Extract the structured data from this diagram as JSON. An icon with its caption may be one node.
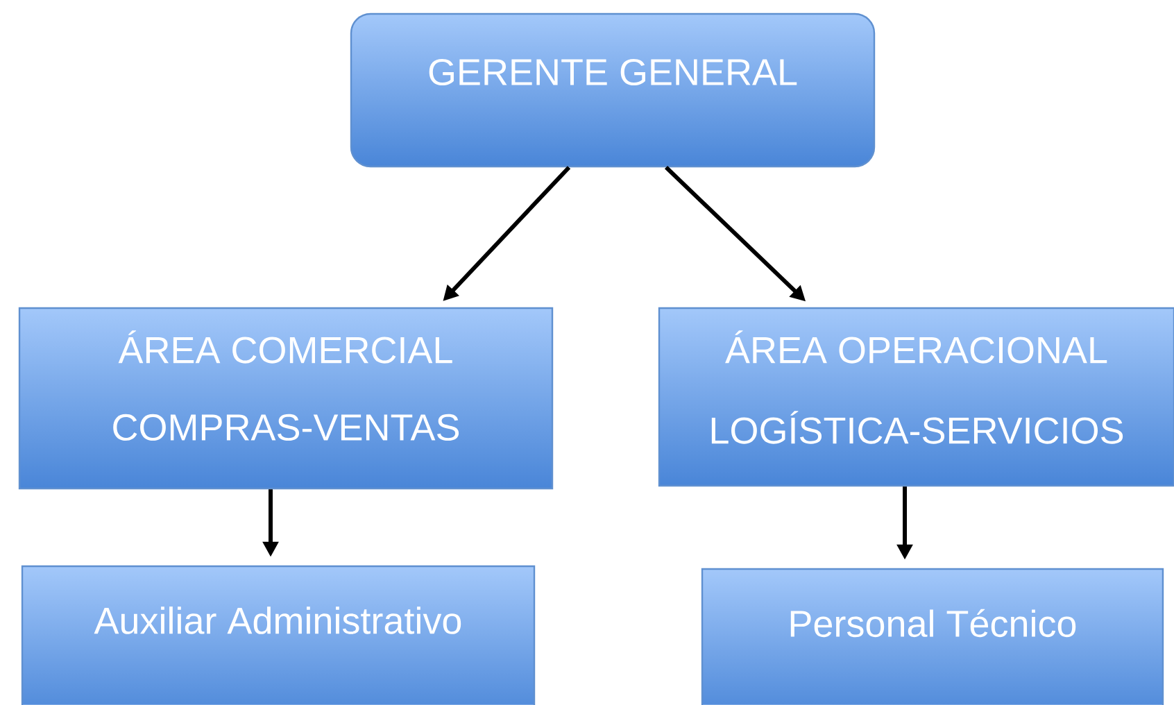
{
  "diagram": {
    "nodes": [
      {
        "text": [
          "GERENTE GENERAL"
        ]
      },
      {
        "text": [
          "ÁREA COMERCIAL",
          "COMPRAS-VENTAS"
        ]
      },
      {
        "text": [
          "ÁREA OPERACIONAL",
          "LOGÍSTICA-SERVICIOS"
        ]
      },
      {
        "text": [
          "Auxiliar Administrativo"
        ]
      },
      {
        "text": [
          "Personal Técnico"
        ]
      }
    ],
    "edges": [
      {
        "from": 0,
        "to": 1,
        "arrow": "to"
      },
      {
        "from": 0,
        "to": 2,
        "arrow": "to"
      },
      {
        "from": 1,
        "to": 3,
        "arrow": "to"
      },
      {
        "from": 2,
        "to": 4,
        "arrow": "to"
      }
    ]
  }
}
